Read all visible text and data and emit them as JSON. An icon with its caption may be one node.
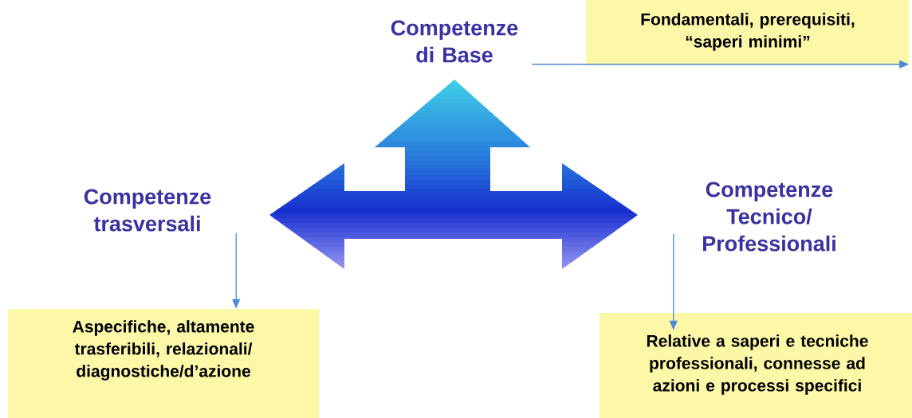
{
  "diagram": {
    "nodes": [
      {
        "text": [
          "Competenze di Base"
        ]
      },
      {
        "text": [
          "Fondamentali, prerequisiti, “saperi minimi”"
        ]
      },
      {
        "text": [
          "Competenze trasversali"
        ]
      },
      {
        "text": [
          "Aspecifiche, altamente trasferibili, relazionali/ diagnostiche/d’azione"
        ]
      },
      {
        "text": [
          "Competenze Tecnico/ Professionali"
        ]
      },
      {
        "text": [
          "Relative a saperi e tecniche professionali, connesse ad azioni e processi specifici"
        ]
      }
    ],
    "edges": [
      {
        "from": 0,
        "to": 1,
        "arrow": "to"
      },
      {
        "from": 2,
        "to": 3,
        "arrow": "to"
      },
      {
        "from": 4,
        "to": 5,
        "arrow": "to"
      }
    ]
  }
}
